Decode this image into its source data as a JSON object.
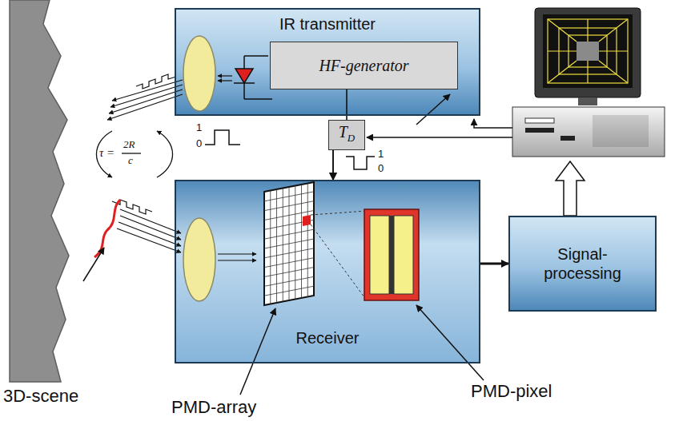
{
  "diagram": {
    "nodes": [
      {
        "text": [
          "IR transmitter"
        ]
      },
      {
        "text": [
          "HF-generator"
        ],
        "in": 0
      },
      {
        "text": [
          "T",
          "D"
        ]
      },
      {
        "text": [
          "Receiver"
        ]
      },
      {
        "text": [
          "Signal-processing"
        ]
      }
    ],
    "edges": [
      {
        "from": 1,
        "to": 2,
        "arrow": "none"
      },
      {
        "from": 2,
        "to": 3,
        "arrow": "to"
      },
      {
        "from": 2,
        "to": 3,
        "arrow": "to"
      },
      {
        "from": 3,
        "to": 4,
        "arrow": "to"
      }
    ],
    "labels": [
      "3D-scene",
      "τ =",
      "2R",
      "c",
      "1",
      "0",
      "1",
      "0",
      "PMD-array",
      "PMD-pixel"
    ]
  }
}
